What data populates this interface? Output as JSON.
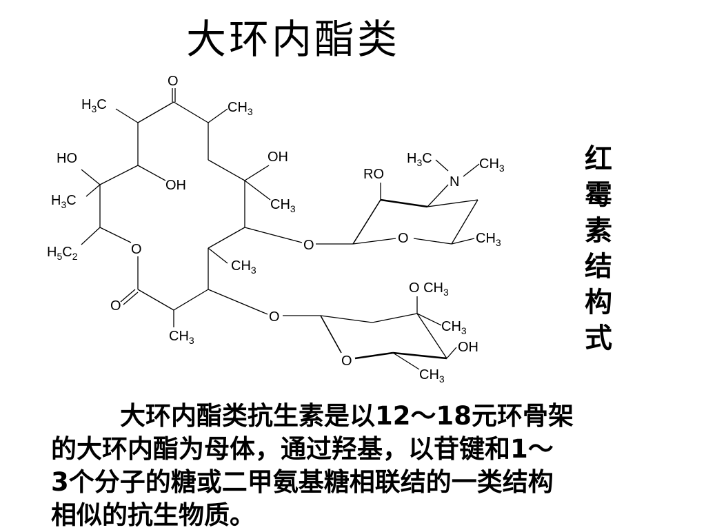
{
  "title": "大环内酯类",
  "side_label": [
    "红",
    "霉",
    "素",
    "结",
    "构",
    "式"
  ],
  "structure_labels": {
    "ketone_o": "O",
    "h3c_top": "H3C",
    "ch3_top": "CH3",
    "ho_left": "HO",
    "oh_left": "OH",
    "h3c_left": "H3C",
    "h5c2": "H5C2",
    "ring_o": "O",
    "lactone_o": "O",
    "ch3_bottom": "CH3",
    "oh_mid": "OH",
    "ch3_mid": "CH3",
    "ch3_mid2": "CH3",
    "glyco_o1": "O",
    "glyco_o2": "O",
    "ro": "RO",
    "h3c_n": "H3C",
    "ch3_n": "CH3",
    "n": "N",
    "sugar1_o": "O",
    "sugar1_ch3": "CH3",
    "och3": "O CH3",
    "sugar2_ch3": "CH3",
    "sugar2_oh": "OH",
    "sugar2_o": "O",
    "sugar2_ch3b": "CH3"
  },
  "paragraph": [
    "大环内酯类抗生素是以12～18元环骨架",
    "的大环内酯为母体，通过羟基，以苷键和1～",
    "3个分子的糖或二甲氨基糖相联结的一类结构",
    "相似的抗生物质。"
  ]
}
